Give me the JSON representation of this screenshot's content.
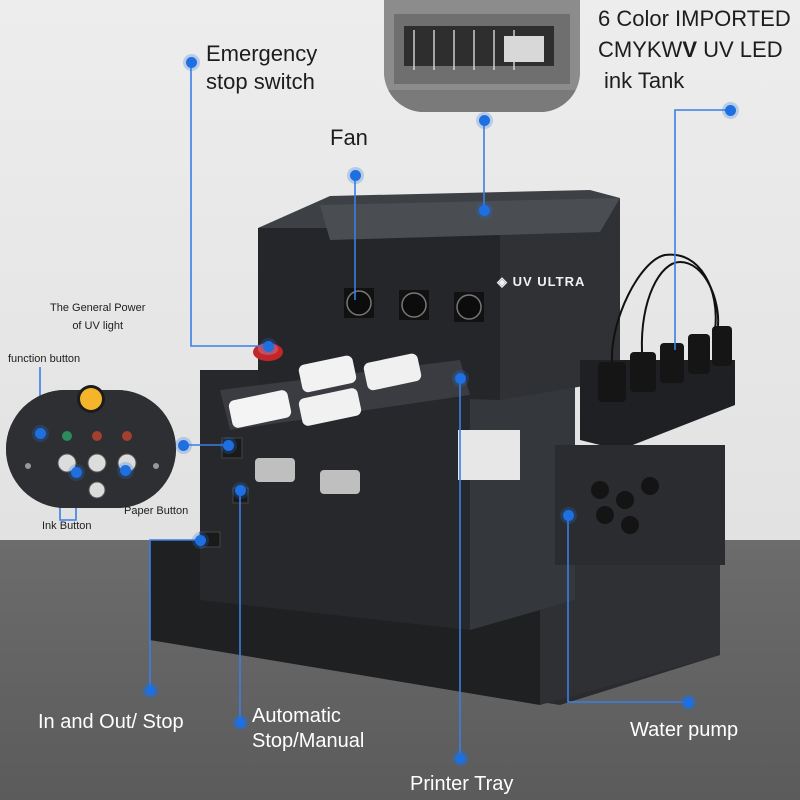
{
  "callouts": {
    "emergency_line1": "Emergency",
    "emergency_line2": "stop switch",
    "fan": "Fan",
    "ink_line1": "6 Color IMPORTED",
    "ink_line2_a": "CMYKW",
    "ink_line2_v": "V",
    "ink_line2_b": " UV LED",
    "ink_line3": "ink Tank",
    "power_line1": "The General Power",
    "power_line2": "of UV light",
    "function_button": "function button",
    "paper_button": "Paper Button",
    "ink_button": "Ink Button",
    "in_out_stop": "In and Out/ Stop",
    "auto_line1": "Automatic",
    "auto_line2": "Stop/Manual",
    "water_pump": "Water pump",
    "printer_tray": "Printer Tray"
  },
  "product": {
    "brand": "UV ULTRA"
  },
  "colors": {
    "callout_dot": "#1e6fe0",
    "callout_line": "#3a7fe5",
    "machine_body": "#2b2d30"
  }
}
